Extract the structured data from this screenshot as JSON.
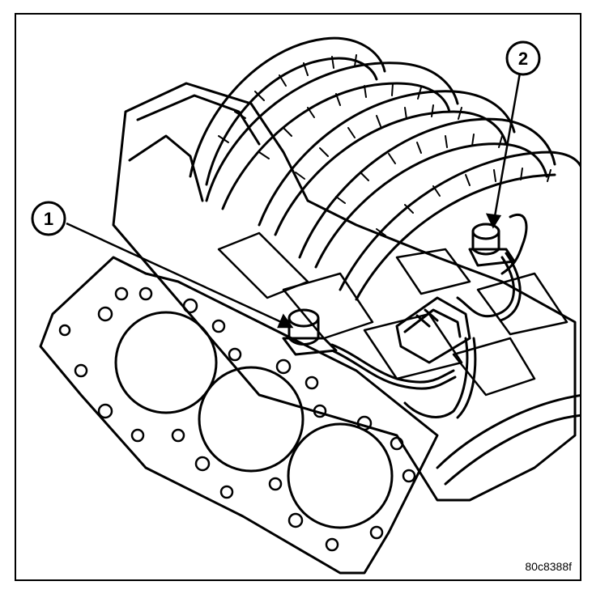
{
  "figure": {
    "callouts": [
      {
        "label": "1"
      },
      {
        "label": "2"
      }
    ],
    "figure_code": "80c8388f"
  },
  "colors": {
    "line": "#000000",
    "background": "#ffffff"
  }
}
